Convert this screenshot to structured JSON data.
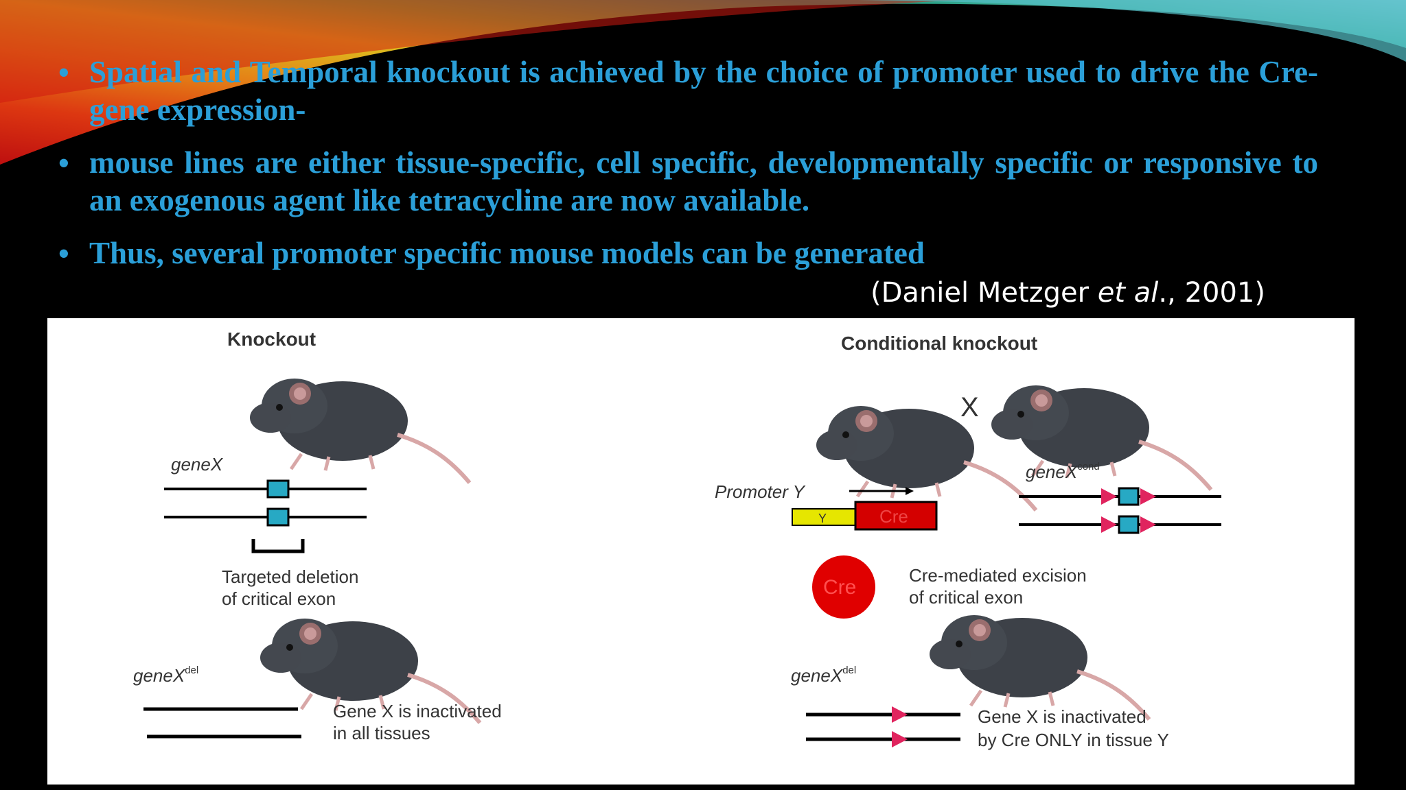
{
  "bullets": [
    {
      "text": "Spatial and Temporal knockout is achieved by the choice of promoter used to drive the Cre-gene expression-"
    },
    {
      "text": "mouse lines are either tissue-specific, cell specific, developmentally specific or responsive to an exogenous agent like tetracycline are now available."
    },
    {
      "text": "Thus, several promoter specific mouse models can be generated"
    }
  ],
  "citation": {
    "prefix": "(Daniel Metzger ",
    "italic": "et al",
    "suffix": "., 2001)"
  },
  "figure": {
    "knockout": {
      "title": "Knockout",
      "gene_label": "geneX",
      "deletion_line1": "Targeted deletion",
      "deletion_line2": "of critical exon",
      "del_label": "geneX",
      "del_sup": "del",
      "result_line1": "Gene X is inactivated",
      "result_line2": "in all tissues"
    },
    "conditional": {
      "title": "Conditional knockout",
      "cross_symbol": "X",
      "promoter_label": "Promoter Y",
      "y_box": "Y",
      "cre_box": "Cre",
      "cond_label": "geneX",
      "cond_sup": "cond",
      "cre_circle": "Cre",
      "excision_line1": "Cre-mediated excision",
      "excision_line2": "of critical exon",
      "del_label": "geneX",
      "del_sup": "del",
      "result_line1": "Gene X is inactivated",
      "result_line2": "by Cre ONLY in tissue Y"
    }
  },
  "colors": {
    "bullet_text": "#2b9fd8",
    "exon": "#27a9c4",
    "loxp": "#e0245e",
    "cre": "#e00000",
    "promoter": "#e6e600"
  }
}
